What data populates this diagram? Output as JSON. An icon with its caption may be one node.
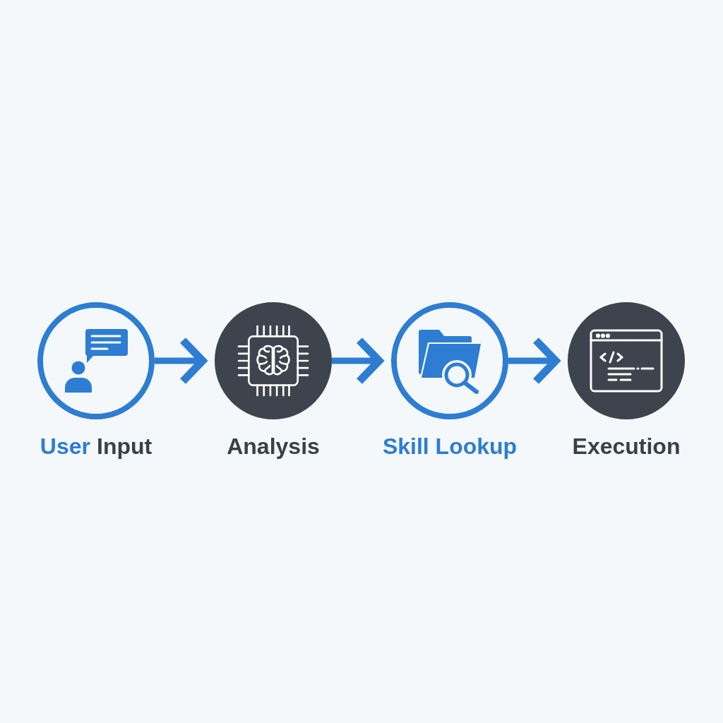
{
  "diagram": {
    "nodes": [
      {
        "text": [
          "User",
          "Input"
        ]
      },
      {
        "text": [
          "Analysis"
        ]
      },
      {
        "text": [
          "Skill Lookup"
        ]
      },
      {
        "text": [
          "Execution"
        ]
      }
    ],
    "edges": [
      {
        "from": 0,
        "to": 1,
        "arrow": "to"
      },
      {
        "from": 1,
        "to": 2,
        "arrow": "to"
      },
      {
        "from": 2,
        "to": 3,
        "arrow": "to"
      }
    ]
  }
}
